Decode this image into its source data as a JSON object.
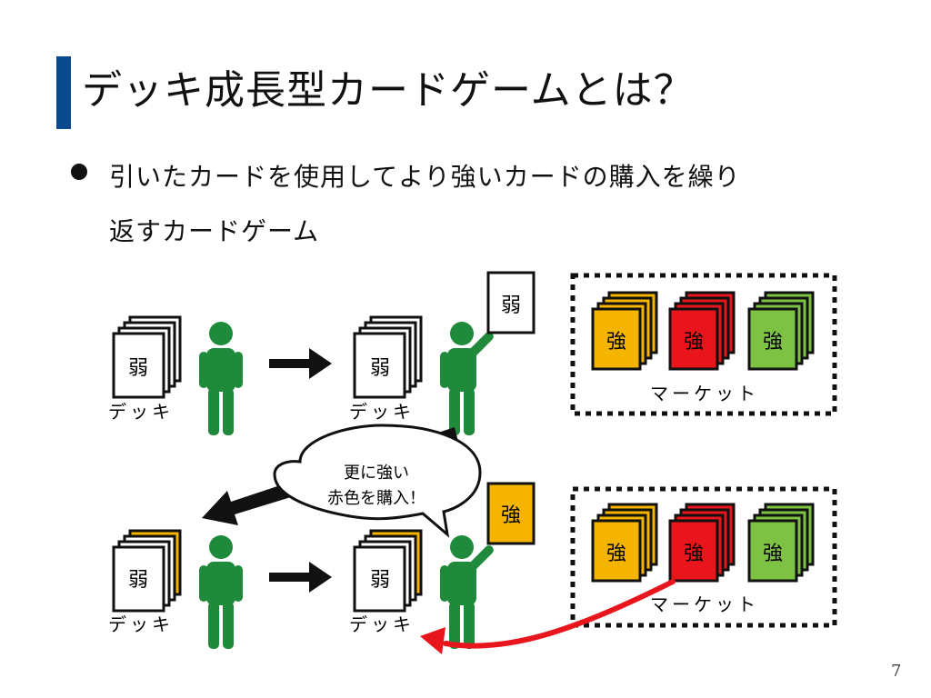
{
  "slide": {
    "title": "デッキ成長型カードゲームとは？",
    "bullet_line1": "引いたカードを使用してより強いカードの購入を繰り",
    "bullet_line2": "返すカードゲーム",
    "page_number": "7"
  },
  "diagram": {
    "weak_card": "弱",
    "strong_card": "強",
    "deck_label": "デッキ",
    "market_label": "マーケット",
    "speech_line1": "更に強い",
    "speech_line2": "赤色を購入！",
    "colors": {
      "accent": "#0a4a8c",
      "person": "#1f8a3b",
      "card_white": "#ffffff",
      "card_yellow": "#f5b400",
      "card_red": "#e8161c",
      "card_green": "#7dc243",
      "arrow_red": "#e8161c",
      "stroke": "#111111"
    }
  }
}
